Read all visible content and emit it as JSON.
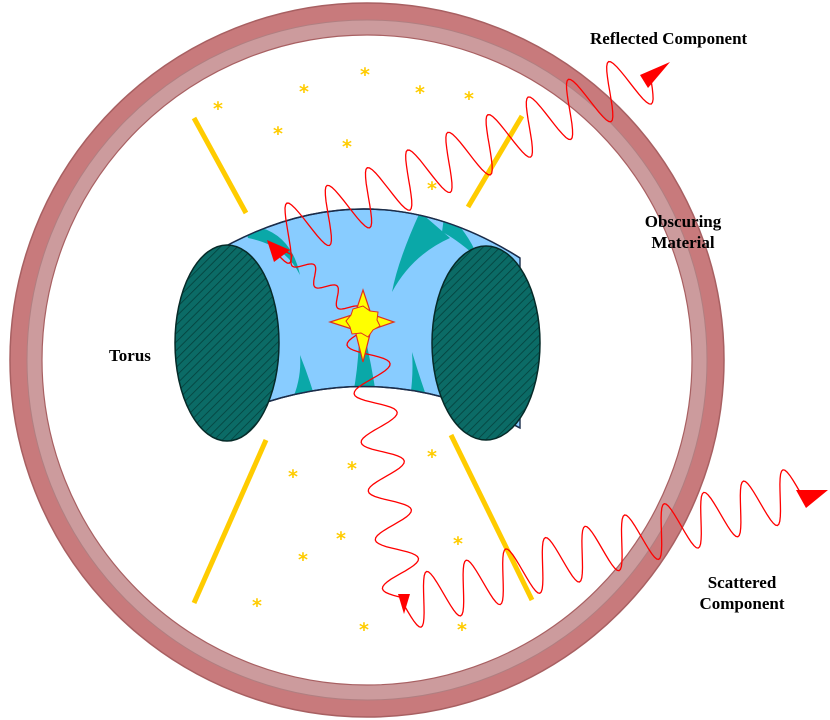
{
  "labels": {
    "reflected": "Reflected Component",
    "obscuring_line1": "Obscuring",
    "obscuring_line2": "Material",
    "torus": "Torus",
    "scattered_line1": "Scattered",
    "scattered_line2": "Component"
  },
  "colors": {
    "shell_outer": "#c87a7c",
    "shell_inner": "#cc9b9d",
    "torus_body": "#88ccff",
    "torus_shadow": "#0aa8a8",
    "torus_ends": "#0b6b66",
    "cone_lines": "#ffcc00",
    "photon_path": "#ff0000",
    "source": "#ffff00"
  },
  "icons": {
    "source": "star-burst-icon",
    "clouds": "asterisk-icon"
  }
}
